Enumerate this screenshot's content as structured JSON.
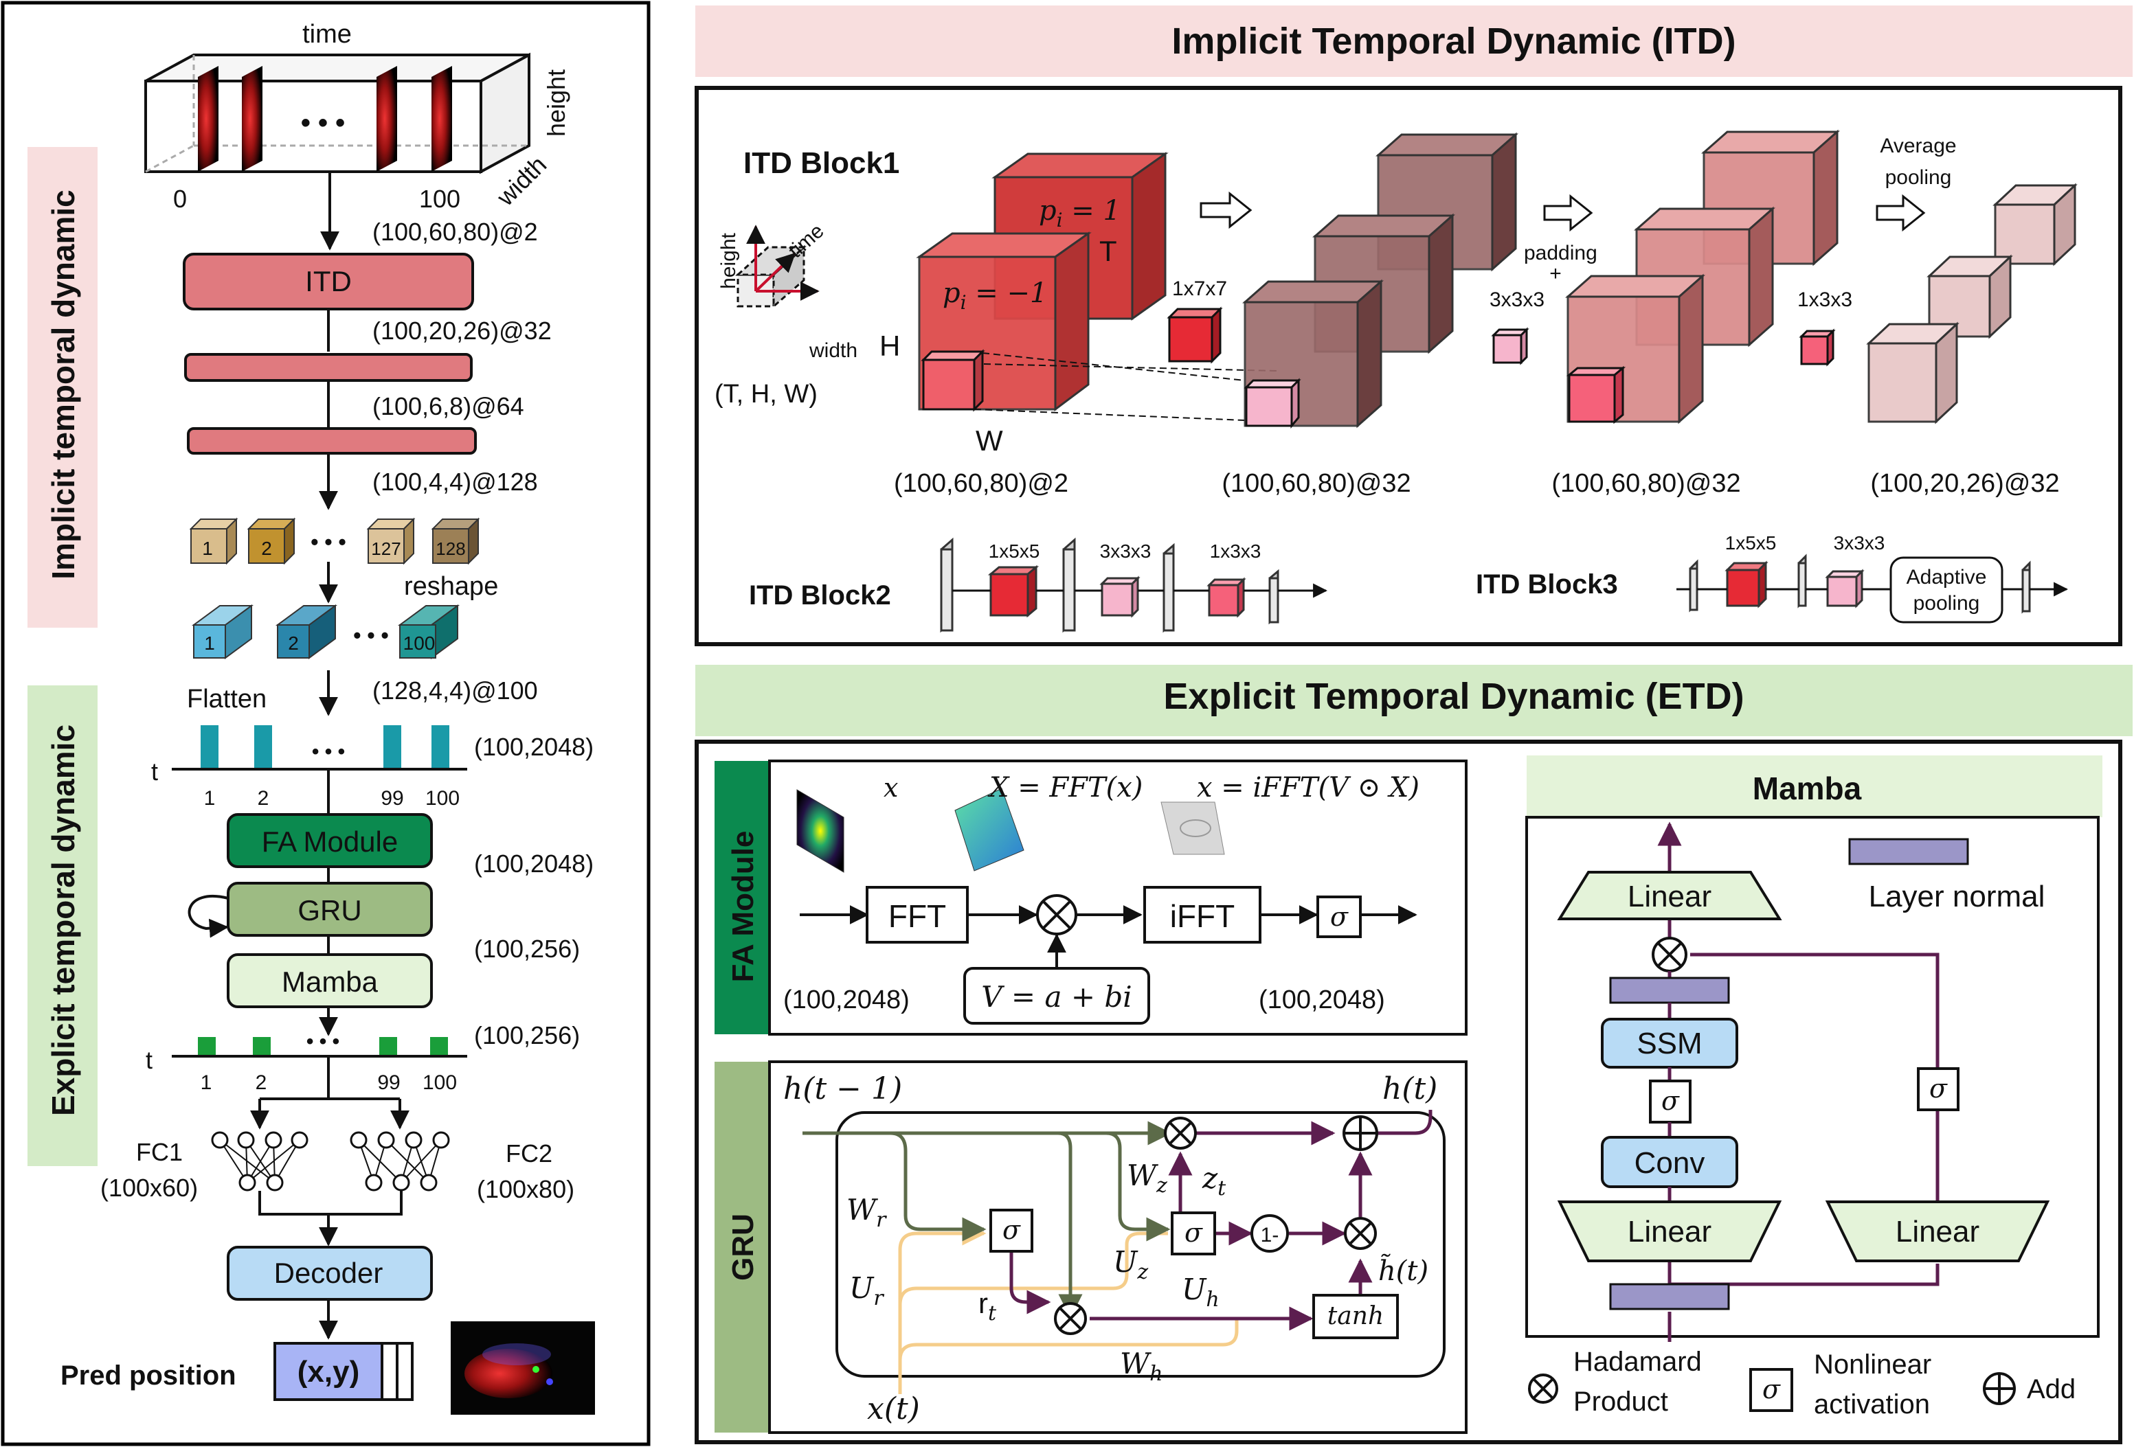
{
  "left": {
    "axis_time": "time",
    "axis_height": "height",
    "axis_width": "width",
    "tick_0": "0",
    "tick_100": "100",
    "ellipsis": "• • •",
    "dim_input": "(100,60,80)@2",
    "itd_box": "ITD",
    "dim_itd1": "(100,20,26)@32",
    "dim_itd2": "(100,6,8)@64",
    "dim_itd3": "(100,4,4)@128",
    "cube_labels": [
      "1",
      "2",
      "127",
      "128"
    ],
    "reshape": "reshape",
    "prism_labels": [
      "1",
      "2",
      "100"
    ],
    "flatten": "Flatten",
    "dim_reshape": "(128,4,4)@100",
    "t_axis": "t",
    "ticks": [
      "1",
      "2",
      "99",
      "100"
    ],
    "dim_2048_a": "(100,2048)",
    "fa_box": "FA Module",
    "dim_2048_b": "(100,2048)",
    "gru_box": "GRU",
    "dim_256_a": "(100,256)",
    "mamba_box": "Mamba",
    "dim_256_b": "(100,256)",
    "fc1": "FC1",
    "fc1_dim": "(100x60)",
    "fc2": "FC2",
    "fc2_dim": "(100x80)",
    "decoder": "Decoder",
    "pred_position": "Pred position",
    "xy": "(x,y)",
    "side_implicit": "Implicit temporal dynamic",
    "side_explicit": "Explicit temporal dynamic"
  },
  "itd": {
    "title": "Implicit Temporal Dynamic (ITD)",
    "block1": "ITD Block1",
    "block2": "ITD Block2",
    "block3": "ITD Block3",
    "axis_height": "height",
    "axis_time": "time",
    "axis_width": "width",
    "thw": "(T, H, W)",
    "p1": "p",
    "p1_sub": "i",
    "p1_eq": " = 1",
    "p2": "p",
    "p2_sub": "i",
    "p2_eq": " = −1",
    "label_T": "T",
    "label_H": "H",
    "label_W": "W",
    "k1": "1x7x7",
    "k2": "3x3x3",
    "k3": "1x3x3",
    "padding": "padding",
    "plus": "+",
    "average": "Average",
    "pooling": "pooling",
    "dims": [
      "(100,60,80)@2",
      "(100,60,80)@32",
      "(100,60,80)@32",
      "(100,20,26)@32"
    ],
    "b2_k": [
      "1x5x5",
      "3x3x3",
      "1x3x3"
    ],
    "b3_k": [
      "1x5x5",
      "3x3x3"
    ],
    "adaptive": "Adaptive",
    "adaptive2": "pooling"
  },
  "etd": {
    "title": "Explicit Temporal Dynamic (ETD)",
    "fa_side": "FA Module",
    "x_var": "x",
    "fft_eq": "X = FFT(x)",
    "ifft_eq": "x = iFFT(V ⊙ X)",
    "fft": "FFT",
    "ifft": "iFFT",
    "sigma": "σ",
    "v_eq": "V = a + bi",
    "dim_in": "(100,2048)",
    "dim_out": "(100,2048)",
    "gru_side": "GRU",
    "h_prev": "h(t − 1)",
    "h_t": "h(t)",
    "x_t": "x(t)",
    "Wr": "W",
    "Wr_s": "r",
    "Ur": "U",
    "Ur_s": "r",
    "Wz": "W",
    "Wz_s": "z",
    "Uz": "U",
    "Uz_s": "z",
    "Uh": "U",
    "Uh_s": "h",
    "Wh": "W",
    "Wh_s": "h",
    "zt": "z",
    "zt_s": "t",
    "rt": "r",
    "rt_s": "t",
    "htilde": "h̃(t)",
    "one_minus": "1-",
    "tanh": "tanh",
    "mamba_title": "Mamba",
    "linear": "Linear",
    "layer_normal": "Layer normal",
    "ssm": "SSM",
    "conv": "Conv",
    "legend_hadamard_1": "Hadamard",
    "legend_hadamard_2": "Product",
    "legend_nonlin_1": "Nonlinear",
    "legend_nonlin_2": "activation",
    "legend_add": "Add"
  },
  "colors": {
    "itd_salmon": "#e07a7f",
    "fa_green": "#0b8a4f",
    "gru_green": "#9dbb83",
    "mamba_green": "#e4f3d9",
    "decoder_blue": "#b8dbf5",
    "pred_blue": "#a8b4f5",
    "title_pink": "#f8dede",
    "title_green": "#d4ebc7",
    "layernorm": "#9b96c8",
    "gru_purple": "#5c1e4f",
    "gru_yellow": "#f5cd8a",
    "gru_olive": "#5c6b49",
    "red_text": "#c8102e",
    "purple_text": "#8a2a6a",
    "green_text": "#2e7d32"
  }
}
